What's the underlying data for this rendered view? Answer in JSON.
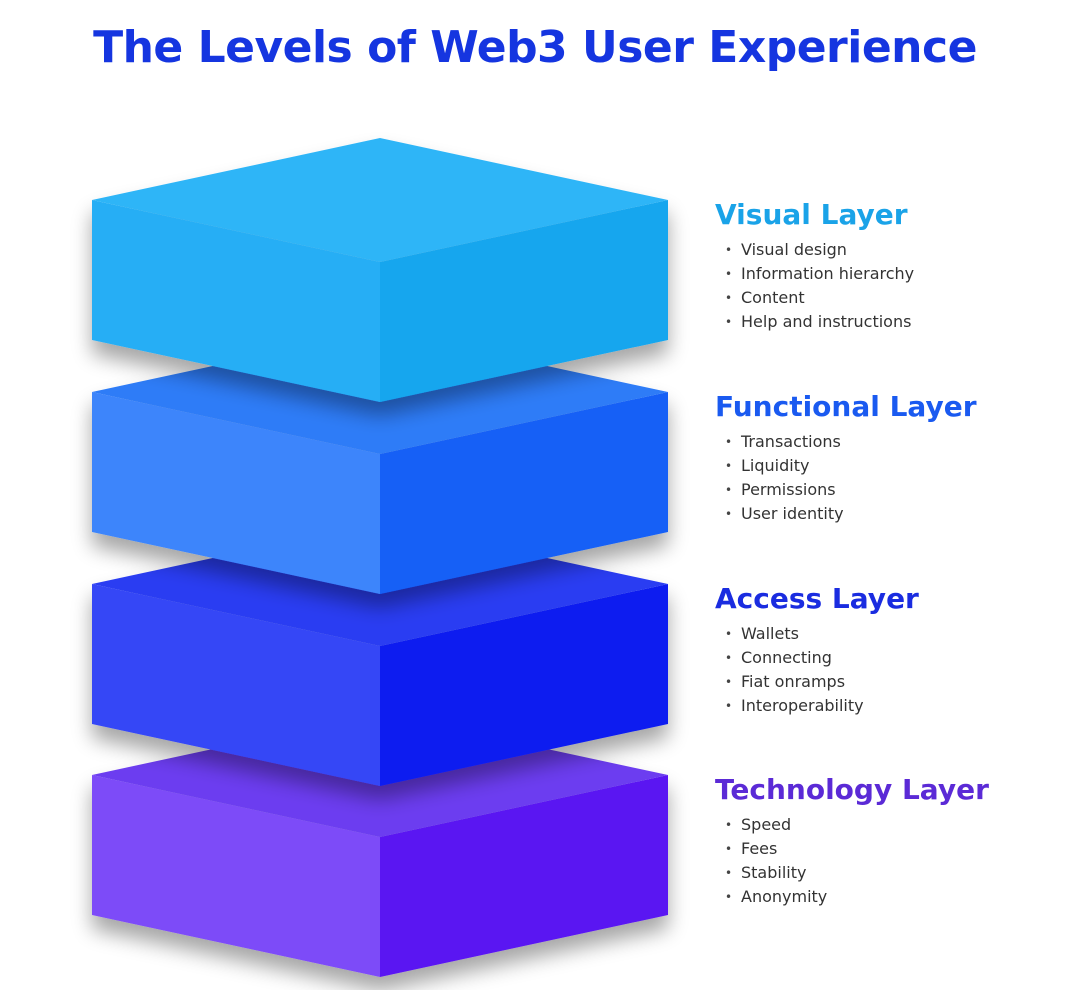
{
  "title": "The Levels of Web3 User Experience",
  "layers": [
    {
      "name": "Visual Layer",
      "title_color": "#1aa3e8",
      "colors": {
        "top": "#2fb5f7",
        "left": "#27aef5",
        "right": "#14a6ee"
      },
      "items": [
        "Visual design",
        "Information hierarchy",
        "Content",
        "Help and instructions"
      ]
    },
    {
      "name": "Functional Layer",
      "title_color": "#1a5af0",
      "colors": {
        "top": "#2e7cf7",
        "left": "#3d85fb",
        "right": "#1461f6"
      },
      "items": [
        "Transactions",
        "Liquidity",
        "Permissions",
        "User identity"
      ]
    },
    {
      "name": "Access Layer",
      "title_color": "#1a2ce0",
      "colors": {
        "top": "#2a3ef2",
        "left": "#3446f6",
        "right": "#0d1ef0"
      },
      "items": [
        "Wallets",
        "Connecting",
        "Fiat onramps",
        "Interoperability"
      ]
    },
    {
      "name": "Technology Layer",
      "title_color": "#5b2ad6",
      "colors": {
        "top": "#6c3df0",
        "left": "#7d4bf8",
        "right": "#5a18f2"
      },
      "items": [
        "Speed",
        "Fees",
        "Stability",
        "Anonymity"
      ]
    }
  ]
}
